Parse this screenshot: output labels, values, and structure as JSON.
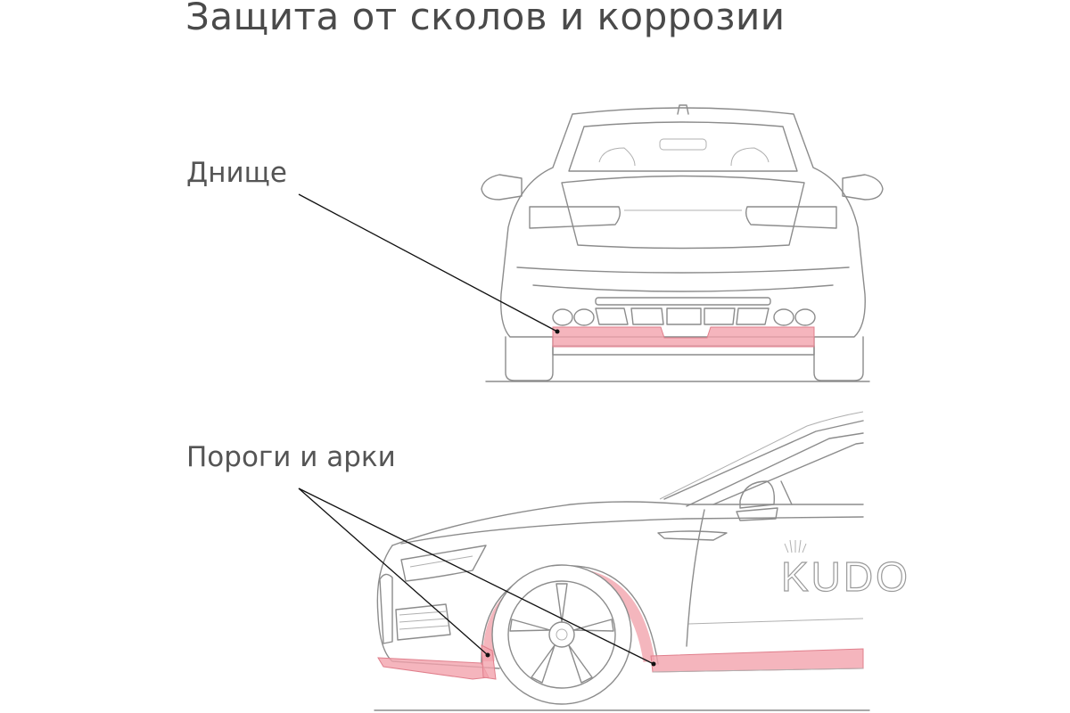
{
  "title": "Защита от сколов и коррозии",
  "labels": {
    "underbody": "Днище",
    "sills_arches": "Пороги и арки"
  },
  "brand_mark": "KUDO",
  "colors": {
    "highlight": "#f2a3ad",
    "line_art": "#8c8c8c",
    "text": "#4a4a4a",
    "leader": "#111111"
  }
}
